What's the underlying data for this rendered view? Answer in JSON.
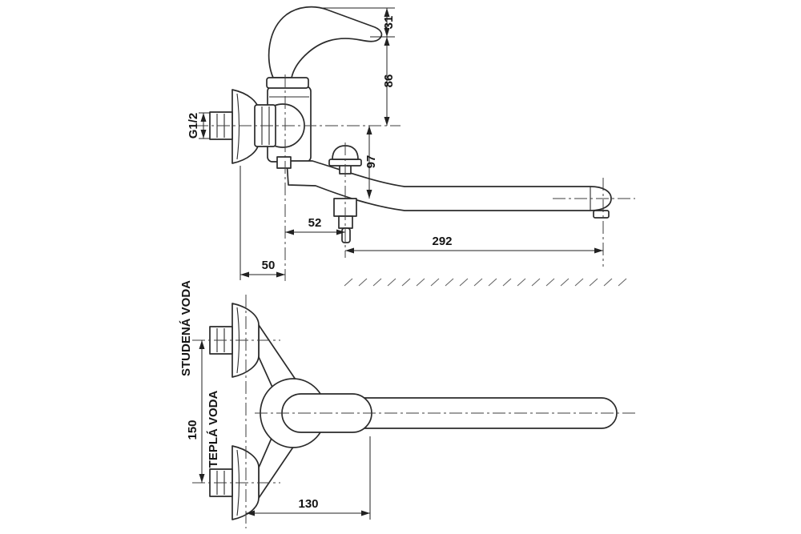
{
  "colors": {
    "background": "#ffffff",
    "line": "#2b2b2b",
    "dimension": "#222222"
  },
  "side_view": {
    "dim_handle": "31",
    "dim_handle_to_axis": "86",
    "dim_axis_to_spout": "97",
    "dim_diverter_offset": "52",
    "dim_spout_reach": "292",
    "dim_wall_to_axis": "50",
    "thread": "G1/2"
  },
  "front_view": {
    "cold_label": "STUDENÁ VODA",
    "hot_label": "TEPLÁ VODA",
    "dim_inlet_spacing": "150",
    "dim_axis_to_handle_end": "130"
  }
}
